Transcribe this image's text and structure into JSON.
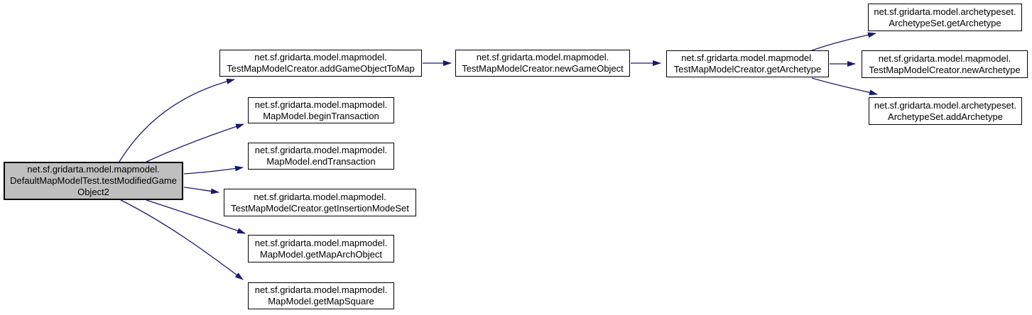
{
  "diagram": {
    "kind": "doxygen-call-graph",
    "colors": {
      "background": "#ffffff",
      "edge": "#191970",
      "node_fill": "#ffffff",
      "node_border": "#000000",
      "focus_node_fill": "#bfbfbf",
      "text": "#000000"
    }
  },
  "nodes": [
    {
      "id": "testModifiedGameObject2",
      "focused": true,
      "lines": [
        "net.sf.gridarta.model.mapmodel.",
        "DefaultMapModelTest.testModifiedGame",
        "Object2"
      ]
    },
    {
      "id": "addGameObjectToMap",
      "focused": false,
      "lines": [
        "net.sf.gridarta.model.mapmodel.",
        "TestMapModelCreator.addGameObjectToMap"
      ]
    },
    {
      "id": "beginTransaction",
      "focused": false,
      "lines": [
        "net.sf.gridarta.model.mapmodel.",
        "MapModel.beginTransaction"
      ]
    },
    {
      "id": "endTransaction",
      "focused": false,
      "lines": [
        "net.sf.gridarta.model.mapmodel.",
        "MapModel.endTransaction"
      ]
    },
    {
      "id": "getInsertionModeSet",
      "focused": false,
      "lines": [
        "net.sf.gridarta.model.mapmodel.",
        "TestMapModelCreator.getInsertionModeSet"
      ]
    },
    {
      "id": "getMapArchObject",
      "focused": false,
      "lines": [
        "net.sf.gridarta.model.mapmodel.",
        "MapModel.getMapArchObject"
      ]
    },
    {
      "id": "getMapSquare",
      "focused": false,
      "lines": [
        "net.sf.gridarta.model.mapmodel.",
        "MapModel.getMapSquare"
      ]
    },
    {
      "id": "newGameObject",
      "focused": false,
      "lines": [
        "net.sf.gridarta.model.mapmodel.",
        "TestMapModelCreator.newGameObject"
      ]
    },
    {
      "id": "getArchetype",
      "focused": false,
      "lines": [
        "net.sf.gridarta.model.mapmodel.",
        "TestMapModelCreator.getArchetype"
      ]
    },
    {
      "id": "archetypeSetGetArchetype",
      "focused": false,
      "lines": [
        "net.sf.gridarta.model.archetypeset.",
        "ArchetypeSet.getArchetype"
      ]
    },
    {
      "id": "newArchetype",
      "focused": false,
      "lines": [
        "net.sf.gridarta.model.mapmodel.",
        "TestMapModelCreator.newArchetype"
      ]
    },
    {
      "id": "archetypeSetAddArchetype",
      "focused": false,
      "lines": [
        "net.sf.gridarta.model.archetypeset.",
        "ArchetypeSet.addArchetype"
      ]
    }
  ],
  "edges": [
    {
      "from": "testModifiedGameObject2",
      "to": "addGameObjectToMap"
    },
    {
      "from": "testModifiedGameObject2",
      "to": "beginTransaction"
    },
    {
      "from": "testModifiedGameObject2",
      "to": "endTransaction"
    },
    {
      "from": "testModifiedGameObject2",
      "to": "getInsertionModeSet"
    },
    {
      "from": "testModifiedGameObject2",
      "to": "getMapArchObject"
    },
    {
      "from": "testModifiedGameObject2",
      "to": "getMapSquare"
    },
    {
      "from": "addGameObjectToMap",
      "to": "newGameObject"
    },
    {
      "from": "newGameObject",
      "to": "getArchetype"
    },
    {
      "from": "getArchetype",
      "to": "archetypeSetGetArchetype"
    },
    {
      "from": "getArchetype",
      "to": "newArchetype"
    },
    {
      "from": "getArchetype",
      "to": "archetypeSetAddArchetype"
    }
  ]
}
